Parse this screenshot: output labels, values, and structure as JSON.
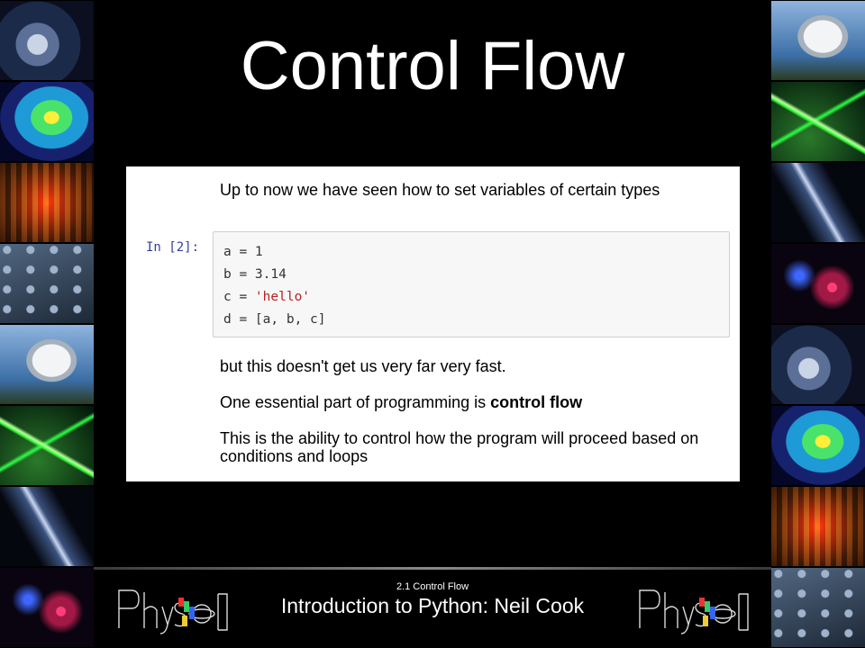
{
  "slide": {
    "title": "Control Flow"
  },
  "notebook": {
    "intro_text": "Up to now we have seen how to set variables of certain types",
    "cell_prompt": "In [2]:",
    "code": {
      "line1": "a = 1",
      "line2": "b = 3.14",
      "line3_prefix": "c = ",
      "line3_string": "'hello'",
      "line4": "d = [a, b, c]"
    },
    "text_after": "but this doesn't get us very far very fast.",
    "essential_prefix": "One essential part of programming is ",
    "essential_bold": "control flow",
    "ability_text": "This is the ability to control how the program will proceed based on conditions and loops"
  },
  "footer": {
    "subtitle": "2.1 Control Flow",
    "main": "Introduction to Python: Neil Cook"
  },
  "colors": {
    "background": "#000000",
    "panel": "#ffffff",
    "prompt": "#303f9f",
    "string": "#ba2121",
    "code_bg": "#f7f7f7"
  },
  "icons": {
    "left_logo": "physoc-logo",
    "right_logo": "physoc-logo"
  }
}
